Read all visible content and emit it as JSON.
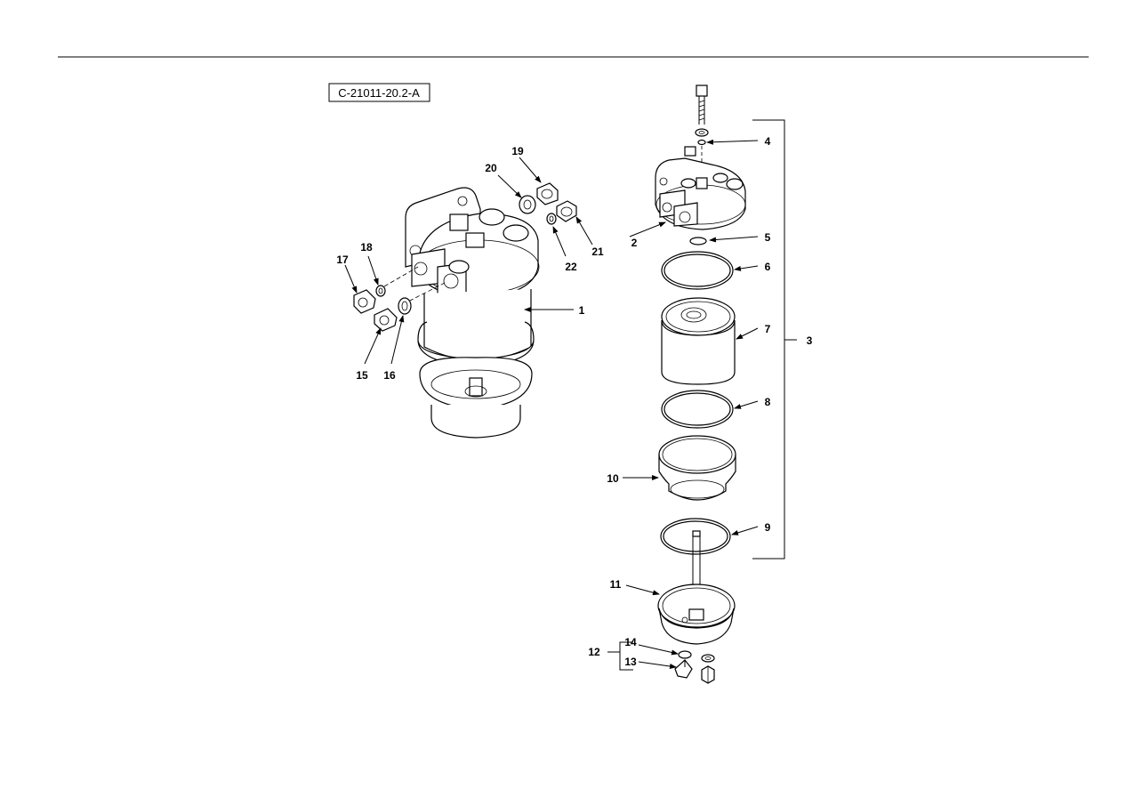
{
  "figure": {
    "reference_code": "C-21011-20.2-A",
    "callouts": [
      {
        "id": "c1",
        "label": "1"
      },
      {
        "id": "c2",
        "label": "2"
      },
      {
        "id": "c3",
        "label": "3"
      },
      {
        "id": "c4",
        "label": "4"
      },
      {
        "id": "c5",
        "label": "5"
      },
      {
        "id": "c6",
        "label": "6"
      },
      {
        "id": "c7",
        "label": "7"
      },
      {
        "id": "c8",
        "label": "8"
      },
      {
        "id": "c9",
        "label": "9"
      },
      {
        "id": "c10",
        "label": "10"
      },
      {
        "id": "c11",
        "label": "11"
      },
      {
        "id": "c12",
        "label": "12"
      },
      {
        "id": "c13",
        "label": "13"
      },
      {
        "id": "c14",
        "label": "14"
      },
      {
        "id": "c15",
        "label": "15"
      },
      {
        "id": "c16",
        "label": "16"
      },
      {
        "id": "c17",
        "label": "17"
      },
      {
        "id": "c18",
        "label": "18"
      },
      {
        "id": "c19",
        "label": "19"
      },
      {
        "id": "c20",
        "label": "20"
      },
      {
        "id": "c21",
        "label": "21"
      },
      {
        "id": "c22",
        "label": "22"
      }
    ]
  }
}
